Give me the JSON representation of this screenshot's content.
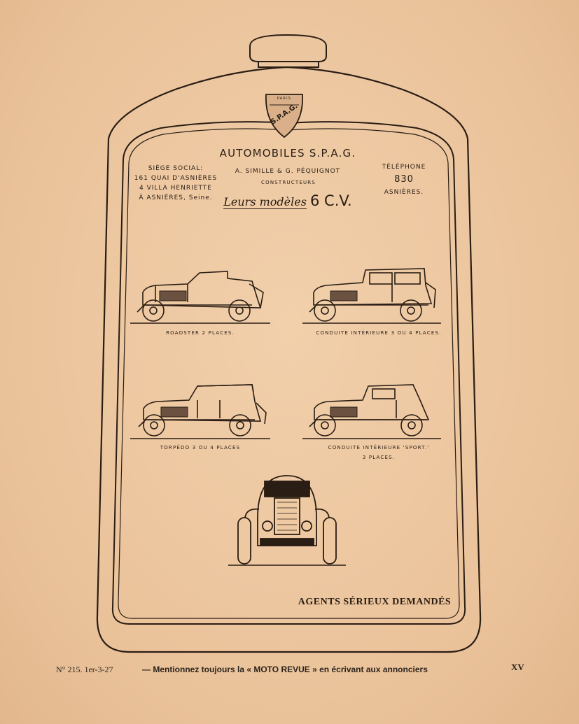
{
  "header": {
    "company": "AUTOMOBILES S.P.A.G.",
    "badge_top": "PARIS",
    "badge_mono": "S.P.A.G.",
    "founders": "A. SIMILLE & G. PÉQUIGNOT",
    "constructeurs": "CONSTRUCTEURS",
    "models_script": "Leurs modèles",
    "models_power": "6 C.V.",
    "siege": [
      "SIÈGE SOCIAL:",
      "161 QUAI D'ASNIÈRES",
      "4 VILLA HENRIETTE",
      "À ASNIÈRES, Seine."
    ],
    "telephone": [
      "TÉLÉPHONE",
      "830",
      "ASNIÈRES."
    ]
  },
  "models": [
    {
      "label": "ROADSTER  2 PLACES."
    },
    {
      "label": "CONDUITE  INTÉRIEURE  3 OU 4 PLACES."
    },
    {
      "label": "TORPÉDO  3 OU 4 PLACES"
    },
    {
      "label": "CONDUITE  INTÉRIEURE 'SPORT.'",
      "label2": "3 PLACES."
    }
  ],
  "agents": "AGENTS SÉRIEUX DEMANDÉS",
  "footer": {
    "issue": "N° 215.  1er-3-27",
    "text": "— Mentionnez toujours la « MOTO REVUE » en écrivant aux annonciers",
    "page": "XV"
  },
  "colors": {
    "paper": "#eec9a2",
    "ink": "#2a1d14"
  }
}
